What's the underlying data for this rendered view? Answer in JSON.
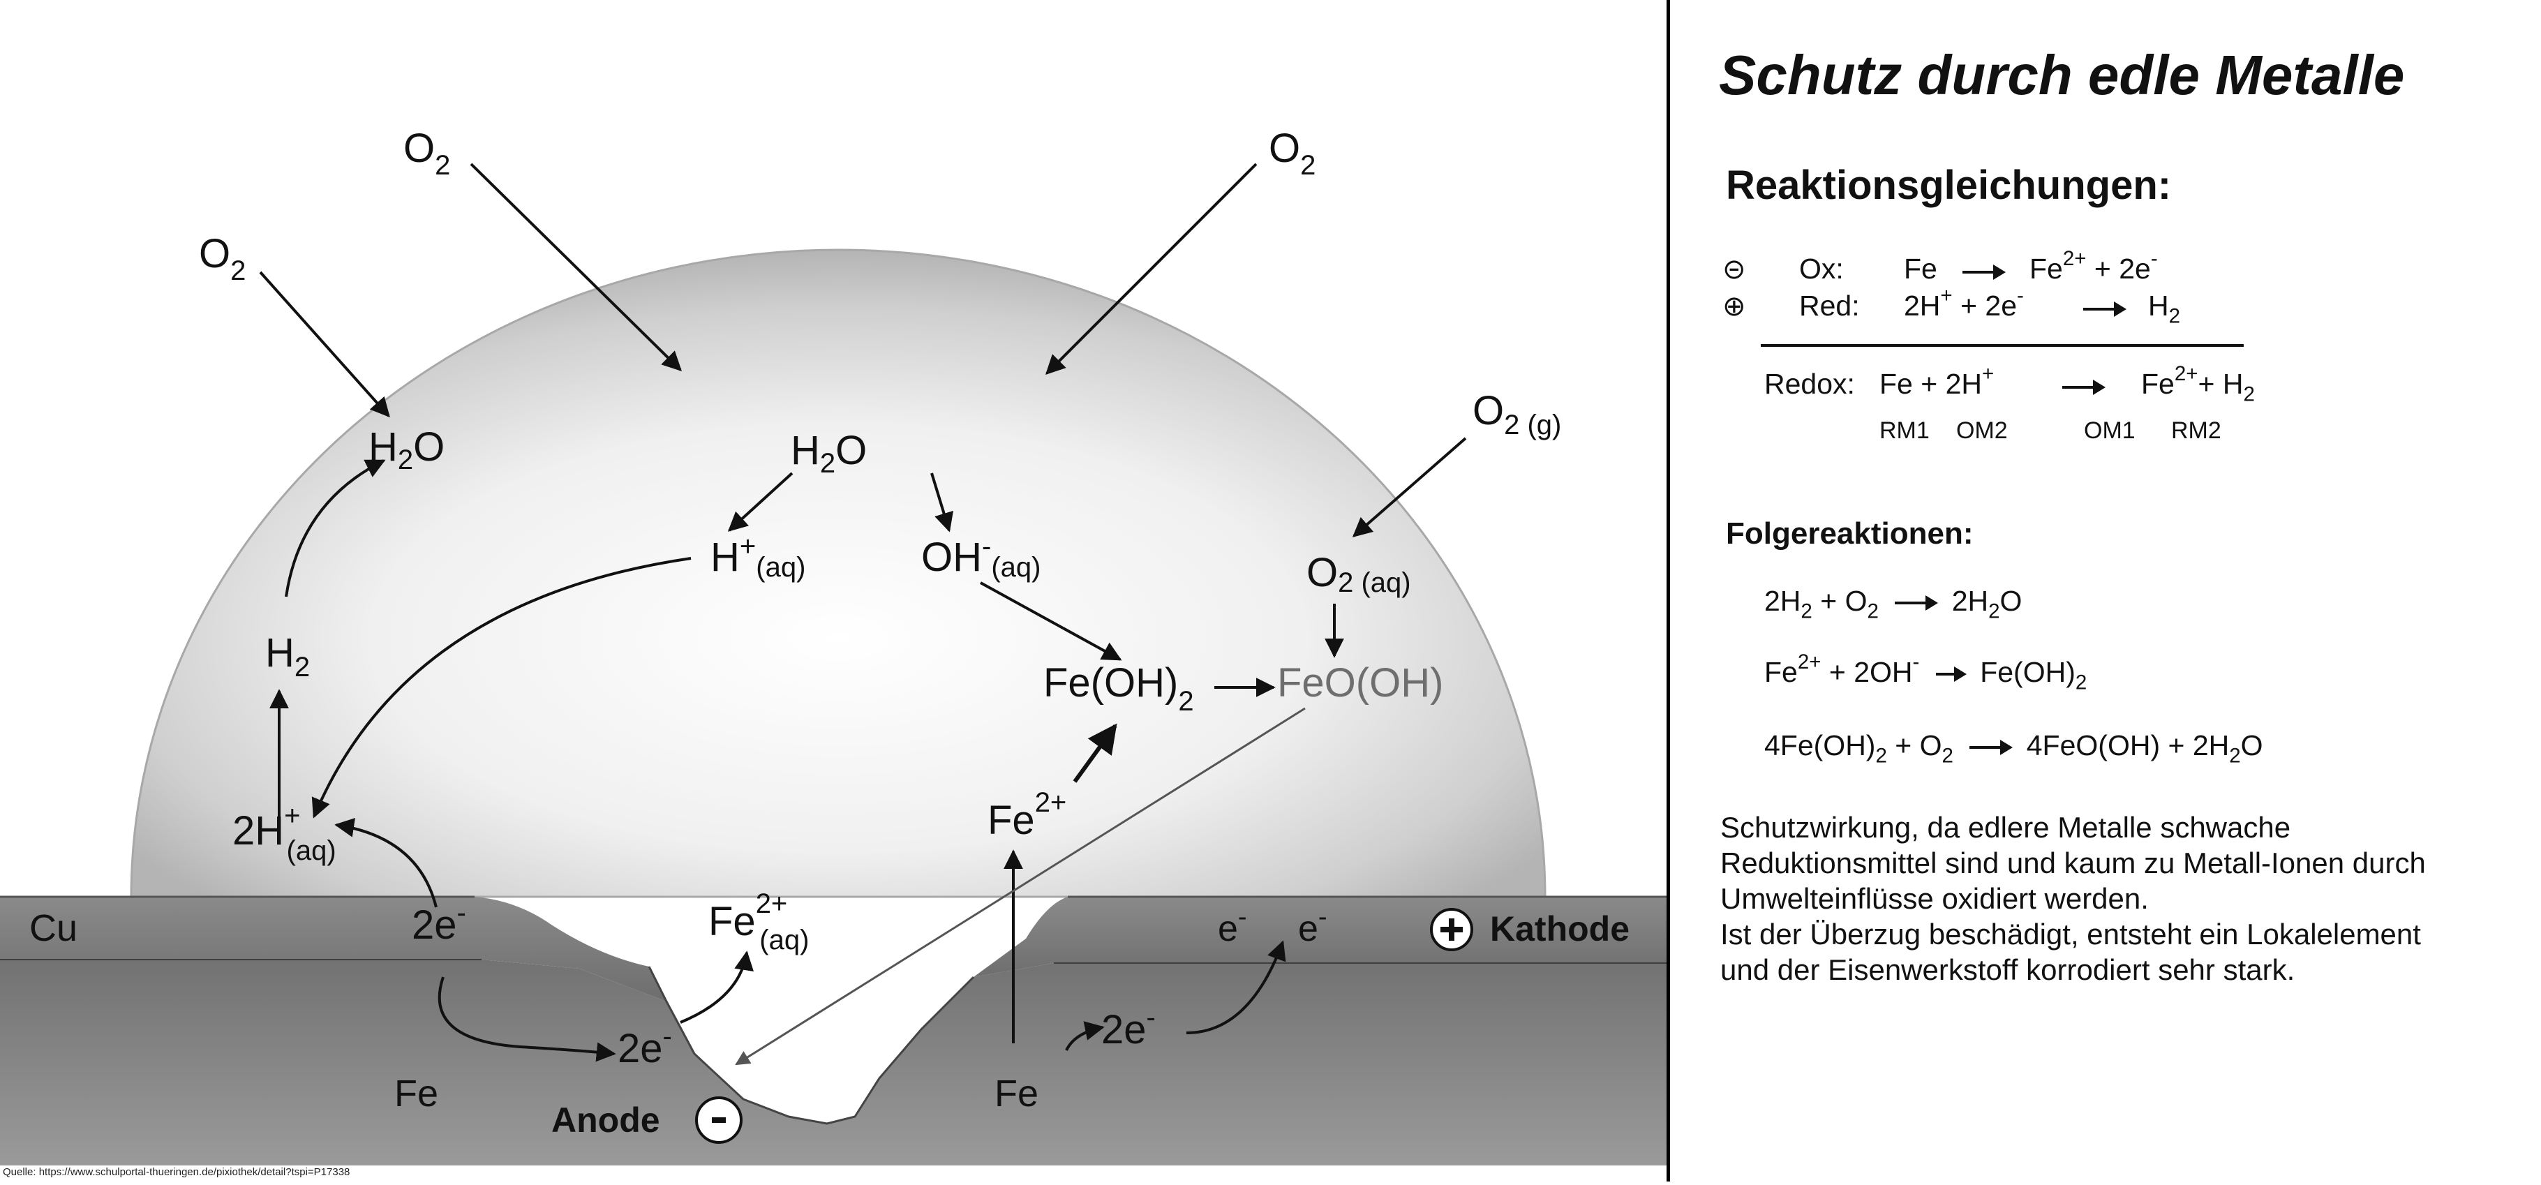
{
  "diagram": {
    "labels": {
      "o2_left": "O",
      "o2_top_left": "O",
      "o2_top_right": "O",
      "o2_g": "O",
      "o2_g_sub": "2 (g)",
      "o2_aq": "O",
      "o2_aq_sub": "2 (aq)",
      "h2o_left": "H",
      "h2o_center": "H",
      "h_plus": "H",
      "h_plus_sub": "(aq)",
      "oh_minus": "OH",
      "oh_minus_sub": "(aq)",
      "h2": "H",
      "two_h_plus": "2H",
      "two_h_plus_sub": "(aq)",
      "fe_oh_2": "Fe(OH)",
      "feo_oh": "FeO(OH)",
      "fe2_plus": "Fe",
      "fe2_aq": "Fe",
      "fe2_aq_sub": "(aq)",
      "two_e_left": "2e",
      "two_e_pit": "2e",
      "two_e_right": "2e",
      "e_1": "e",
      "e_2": "e",
      "cu": "Cu",
      "fe_left": "Fe",
      "fe_right": "Fe",
      "kathode": "Kathode",
      "anode": "Anode",
      "sub_2": "2",
      "sup_plus": "+",
      "sup_minus": "-",
      "sup_2plus": "2+"
    },
    "colors": {
      "metal": "#7a7a7a",
      "electrolyte": "#d9d9d9",
      "text": "#111111",
      "feooh_text": "#6e6e6e"
    }
  },
  "panel": {
    "title": "Schutz durch edle Metalle",
    "reaction_heading": "Reaktionsgleichungen:",
    "ox": {
      "symbol": "⊝",
      "label": "Ox:",
      "lhs": "Fe",
      "rhs_a": "Fe",
      "rhs_a_sup": "2+",
      "rhs_b": "+ 2e",
      "rhs_b_sup": "-"
    },
    "red": {
      "symbol": "⊕",
      "label": "Red:",
      "lhs_a": "2H",
      "lhs_a_sup": "+",
      "lhs_b": "+  2e",
      "lhs_b_sup": "-",
      "rhs": "H",
      "rhs_sub": "2"
    },
    "redox": {
      "label": "Redox:",
      "lhs": "Fe + 2H",
      "lhs_sup": "+",
      "rhs_a": "Fe",
      "rhs_a_sup": "2+",
      "rhs_b": "+ H",
      "rhs_b_sub": "2"
    },
    "roles": [
      "RM1",
      "OM2",
      "OM1",
      "RM2"
    ],
    "followup_heading": "Folgereaktionen:",
    "f1": {
      "a": "2H",
      "a_sub": "2",
      "b": " +  O",
      "b_sub": "2",
      "c": "2H",
      "c_sub": "2",
      "d": "O"
    },
    "f2": {
      "a": "Fe",
      "a_sup": "2+",
      "b": " + 2OH",
      "b_sup": "-",
      "c": "Fe(OH)",
      "c_sub": "2"
    },
    "f3": {
      "a": "4Fe(OH)",
      "a_sub": "2",
      "b": " + O",
      "b_sub": "2",
      "c": "4FeO(OH) + 2H",
      "c_sub": "2",
      "d": "O"
    },
    "paragraph": [
      "Schutzwirkung, da edlere Metalle schwache",
      "Reduktionsmittel sind und kaum zu Metall-Ionen durch",
      "Umwelteinflüsse oxidiert werden.",
      "Ist der Überzug beschädigt, entsteht ein Lokalelement",
      "und der Eisenwerkstoff korrodiert sehr stark."
    ]
  },
  "source": "Quelle: https://www.schulportal-thueringen.de/pixiothek/detail?tspi=P17338"
}
